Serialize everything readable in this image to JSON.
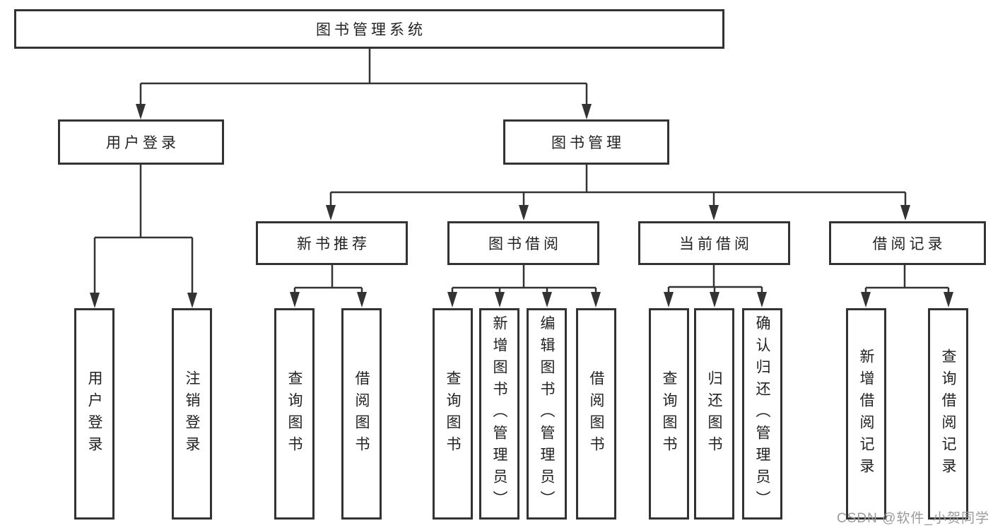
{
  "colors": {
    "line": "#333333",
    "border": "#333333",
    "text": "#222222",
    "watermark": "#9b9b9b",
    "background": "#ffffff"
  },
  "diagram": {
    "root": {
      "label": "图书管理系统"
    },
    "branches": [
      {
        "label": "用户登录"
      },
      {
        "label": "图书管理"
      }
    ],
    "modules": [
      {
        "label": "新书推荐"
      },
      {
        "label": "图书借阅"
      },
      {
        "label": "当前借阅"
      },
      {
        "label": "借阅记录"
      }
    ],
    "leaves": [
      {
        "label": "用户登录"
      },
      {
        "label": "注销登录"
      },
      {
        "label": "查询图书"
      },
      {
        "label": "借阅图书"
      },
      {
        "label": "查询图书"
      },
      {
        "label": "新增图书（管理员）"
      },
      {
        "label": "编辑图书（管理员）"
      },
      {
        "label": "借阅图书"
      },
      {
        "label": "查询图书"
      },
      {
        "label": "归还图书"
      },
      {
        "label": "确认归还（管理员）"
      },
      {
        "label": "新增借阅记录"
      },
      {
        "label": "查询借阅记录"
      }
    ]
  },
  "watermark": {
    "text": "CSDN @软件_小贺同学"
  }
}
